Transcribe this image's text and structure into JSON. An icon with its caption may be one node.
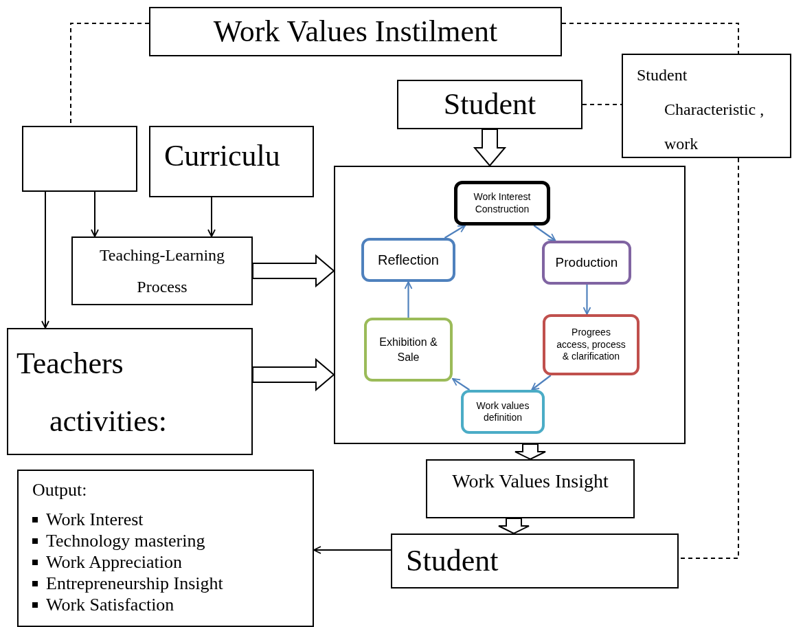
{
  "diagram": {
    "nodes": [
      {
        "text": [
          "Work Values Instilment"
        ]
      },
      {
        "text": [
          "Student"
        ]
      },
      {
        "text": [
          "Student Characteristic , work"
        ]
      },
      {
        "text": [],
        "shape": "box"
      },
      {
        "text": [
          "Curriculu"
        ]
      },
      {
        "text": [
          "Teaching-Learning Process"
        ]
      },
      {
        "text": [
          "Teachers activities:"
        ]
      },
      {
        "text": [],
        "shape": "box"
      },
      {
        "text": [
          "Work Interest Construction"
        ],
        "in": 7
      },
      {
        "text": [
          "Production"
        ],
        "in": 7
      },
      {
        "text": [
          "Progrees access, process & clarification"
        ],
        "in": 7
      },
      {
        "text": [
          "Work values definition"
        ],
        "in": 7
      },
      {
        "text": [
          "Exhibition & Sale"
        ],
        "in": 7
      },
      {
        "text": [
          "Reflection"
        ],
        "in": 7
      },
      {
        "text": [
          "Work Values Insight"
        ]
      },
      {
        "text": [
          "Student"
        ]
      },
      {
        "text": [
          "Output:",
          "Work Interest",
          "Technology mastering",
          "Work Appreciation",
          "Entrepreneurship Insight",
          "Work Satisfaction"
        ]
      }
    ],
    "edges": [
      {
        "from": 0,
        "to": 3,
        "arrow": "none",
        "style": "dashed"
      },
      {
        "from": 0,
        "to": 2,
        "arrow": "none",
        "style": "dashed"
      },
      {
        "from": 1,
        "to": 2,
        "arrow": "none",
        "style": "dashed"
      },
      {
        "from": 2,
        "to": 15,
        "arrow": "none",
        "style": "dashed"
      },
      {
        "from": 3,
        "to": 5,
        "arrow": "to"
      },
      {
        "from": 4,
        "to": 5,
        "arrow": "to"
      },
      {
        "from": 3,
        "to": 6,
        "arrow": "to"
      },
      {
        "from": 1,
        "to": 7,
        "arrow": "to",
        "style": "thick"
      },
      {
        "from": 5,
        "to": 7,
        "arrow": "to",
        "style": "thick"
      },
      {
        "from": 6,
        "to": 7,
        "arrow": "to",
        "style": "thick"
      },
      {
        "from": 8,
        "to": 9,
        "arrow": "to",
        "color": "#4f81bd"
      },
      {
        "from": 9,
        "to": 10,
        "arrow": "to",
        "color": "#4f81bd"
      },
      {
        "from": 10,
        "to": 11,
        "arrow": "to",
        "color": "#4f81bd"
      },
      {
        "from": 11,
        "to": 12,
        "arrow": "to",
        "color": "#4f81bd"
      },
      {
        "from": 12,
        "to": 13,
        "arrow": "to",
        "color": "#4f81bd"
      },
      {
        "from": 13,
        "to": 8,
        "arrow": "to",
        "color": "#4f81bd"
      },
      {
        "from": 7,
        "to": 14,
        "arrow": "to",
        "style": "thick"
      },
      {
        "from": 14,
        "to": 15,
        "arrow": "to",
        "style": "thick"
      },
      {
        "from": 15,
        "to": 16,
        "arrow": "to"
      }
    ]
  }
}
